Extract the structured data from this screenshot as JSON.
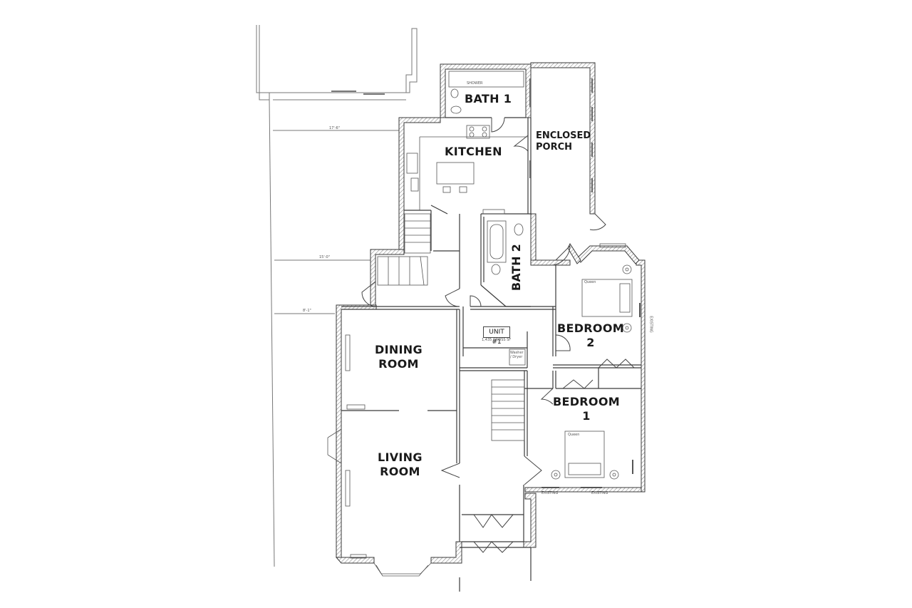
{
  "rooms": {
    "bath1": "BATH 1",
    "kitchen": "KITCHEN",
    "enclosed_porch_line1": "ENCLOSED",
    "enclosed_porch_line2": "PORCH",
    "bath2": "BATH 2",
    "bedroom2_line1": "BEDROOM",
    "bedroom2_line2": "2",
    "bedroom1_line1": "BEDROOM",
    "bedroom1_line2": "1",
    "dining_line1": "DINING",
    "dining_line2": "ROOM",
    "living_line1": "LIVING",
    "living_line2": "ROOM"
  },
  "unit_tag": "UNIT #1",
  "small_notes": {
    "shower": "SHOWER",
    "gross_area": "1,435 GROSS SF",
    "washer_dryer": "Washer / Dryer",
    "queen_1": "Queen",
    "queen_2": "Queen",
    "existing_1": "EXISTING",
    "existing_2": "EXISTING",
    "existing_3": "EXISTING",
    "dim_1": "17'-6\"",
    "dim_2": "15'-0\"",
    "dim_3": "8'-1\""
  },
  "colors": {
    "wall_hatch": "#7a7a7a",
    "line": "#3a3a3a",
    "label": "#1a1a1a"
  }
}
